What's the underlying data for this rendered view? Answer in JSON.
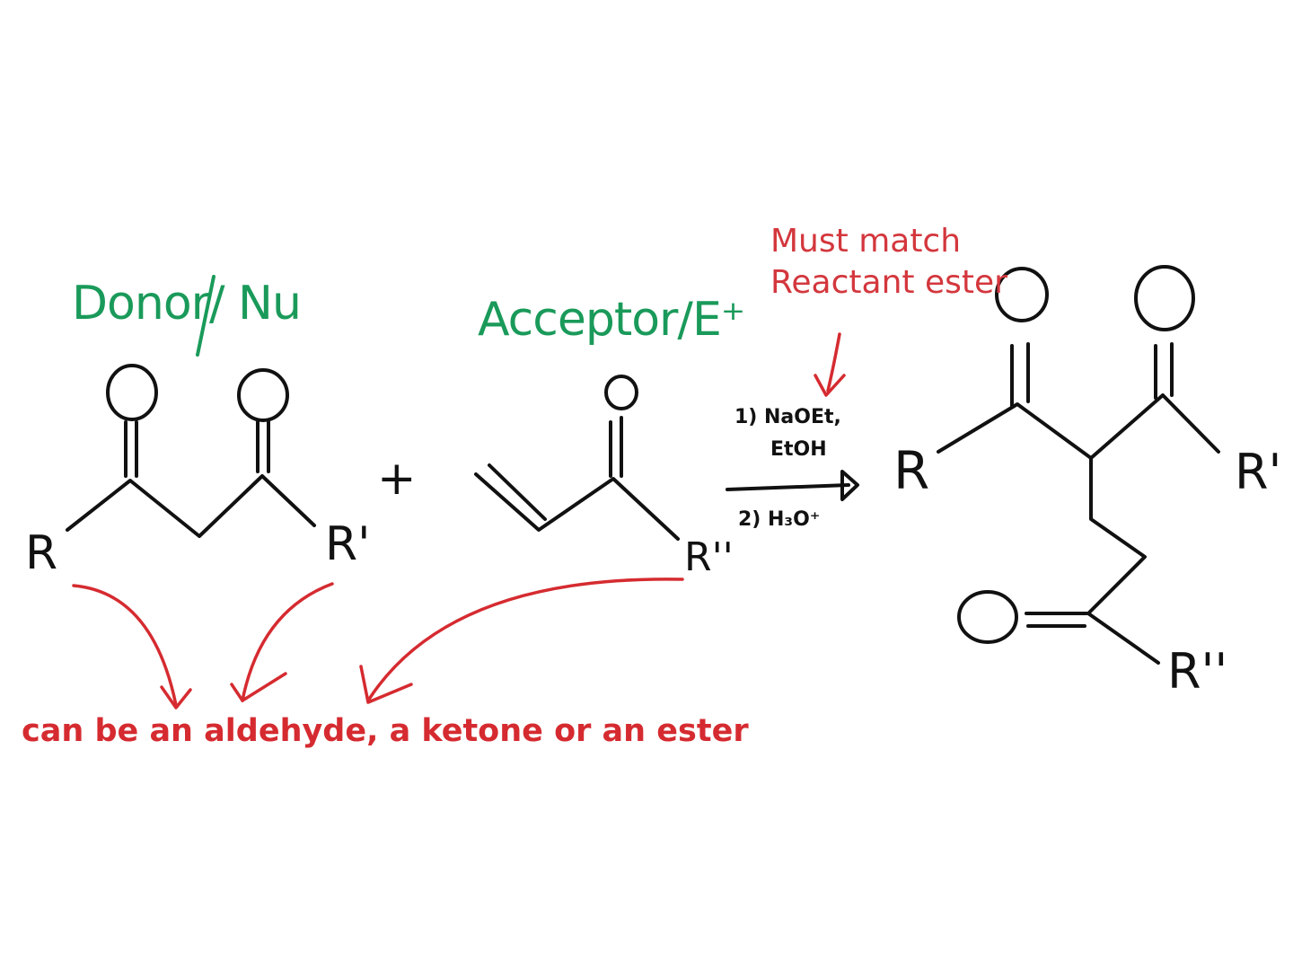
{
  "labels": {
    "donor": "Donor/ Nu",
    "acceptor": "Acceptor/E⁺",
    "note_line1": "Must match",
    "note_line2": "Reactant ester",
    "caption": "can be an aldehyde, a ketone or an ester"
  },
  "reagents": {
    "step1_line1": "1) NaOEt,",
    "step1_line2": "EtOH",
    "step2": "2) H₃O⁺"
  },
  "reactant1": {
    "atoms": {
      "R_left": "R",
      "R_right": "R'"
    },
    "oxygen_label": "O"
  },
  "reactant2": {
    "atoms": {
      "R": "R''"
    },
    "oxygen_label": "O"
  },
  "plus_sign": "+",
  "product": {
    "atoms": {
      "R_left": "R",
      "R_right": "R'",
      "R_bottom": "R''"
    },
    "oxygen_label": "O"
  },
  "colors": {
    "green": "#1a9a5a",
    "red": "#d52b30",
    "ink": "#111111"
  }
}
